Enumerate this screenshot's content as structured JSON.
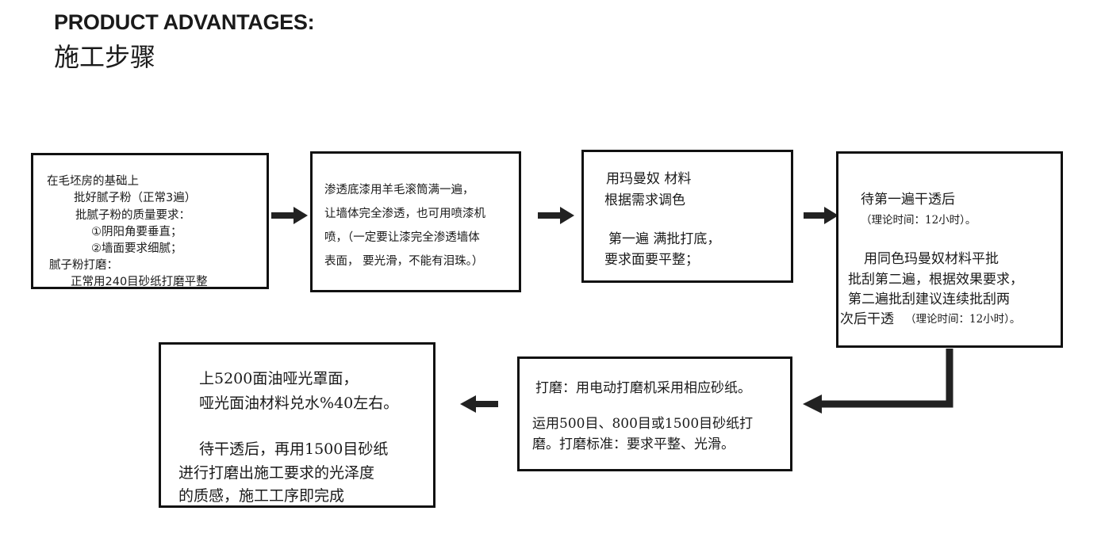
{
  "heading": {
    "english": "PRODUCT ADVANTAGES:",
    "chinese": "施工步骤"
  },
  "steps": [
    {
      "lines": [
        "在毛坯房的基础上",
        "批好腻子粉（正常3遍）",
        "批腻子粉的质量要求：",
        "①阴阳角要垂直；",
        "②墙面要求细腻；",
        "腻子粉打磨：",
        "正常用240目砂纸打磨平整"
      ]
    },
    {
      "lines": [
        "渗透底漆用羊毛滚筒满一遍，",
        "让墙体完全渗透，也可用喷漆机",
        "喷，（一定要让漆完全渗透墙体",
        "表面，  要光滑，不能有泪珠。）"
      ]
    },
    {
      "lines": [
        "用玛曼奴 材料",
        "根据需求调色",
        "第一遍 满批打底，",
        "要求面要平整；"
      ]
    },
    {
      "lines": [
        "待第一遍干透后",
        "（理论时间：12小时）。",
        "用同色玛曼奴材料平批",
        "批刮第二遍，根据效果要求，",
        "第二遍批刮建议连续批刮两",
        "次后干透",
        "（理论时间：12小时）。"
      ]
    },
    {
      "lines": [
        "打磨：用电动打磨机采用相应砂纸。",
        "运用500目、800目或1500目砂纸打",
        "磨。打磨标准：要求平整、光滑。"
      ]
    },
    {
      "lines": [
        "上5200面油哑光罩面，",
        "哑光面油材料兑水%40左右。",
        "待干透后，再用1500目砂纸",
        "进行打磨出施工要求的光泽度",
        "的质感，施工工序即完成"
      ]
    }
  ],
  "colors": {
    "text": "#1a1a1a",
    "border": "#111111",
    "arrow": "#222222",
    "background": "#ffffff"
  },
  "icons": [
    "arrow-right-icon",
    "arrow-left-icon",
    "elbow-arrow-icon"
  ]
}
